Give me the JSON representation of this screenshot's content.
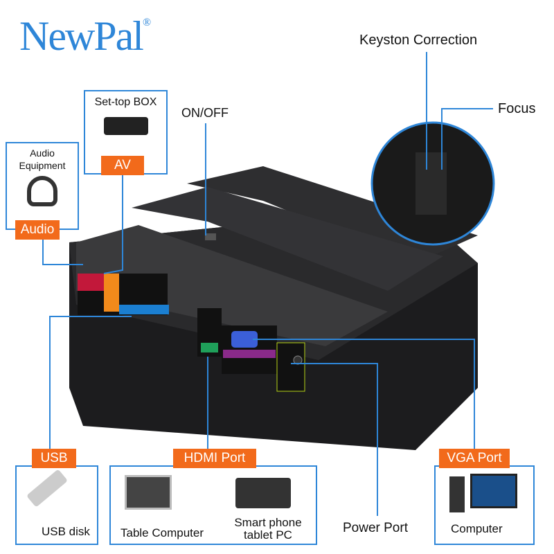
{
  "brand": {
    "logo": "NewPal",
    "registered": "®",
    "color": "#2e86d8"
  },
  "callouts": {
    "keystone": "Keyston Correction",
    "focus": "Focus",
    "onoff": "ON/OFF",
    "power": "Power Port"
  },
  "devices": {
    "settop": {
      "title": "Set-top BOX",
      "tag": "AV"
    },
    "audio": {
      "title": "Audio Equipment",
      "tag": "Audio"
    },
    "usb": {
      "tag": "USB",
      "caption": "USB disk"
    },
    "hdmi": {
      "tag": "HDMI Port",
      "caption1": "Table Computer",
      "caption2": "Smart phone tablet PC"
    },
    "vga": {
      "tag": "VGA Port",
      "caption": "Computer"
    }
  },
  "colors": {
    "accent": "#f26a1b",
    "line": "#2e86d8"
  }
}
